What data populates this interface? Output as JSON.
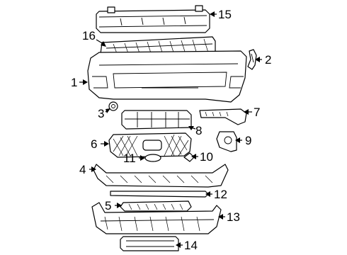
{
  "diagram": {
    "colors": {
      "line": "#000000",
      "background": "#ffffff"
    },
    "callouts": [
      {
        "id": "15",
        "label": "15"
      },
      {
        "id": "16",
        "label": "16"
      },
      {
        "id": "2",
        "label": "2"
      },
      {
        "id": "1",
        "label": "1"
      },
      {
        "id": "3",
        "label": "3"
      },
      {
        "id": "7",
        "label": "7"
      },
      {
        "id": "8",
        "label": "8"
      },
      {
        "id": "9",
        "label": "9"
      },
      {
        "id": "6",
        "label": "6"
      },
      {
        "id": "11",
        "label": "11"
      },
      {
        "id": "10",
        "label": "10"
      },
      {
        "id": "4",
        "label": "4"
      },
      {
        "id": "12",
        "label": "12"
      },
      {
        "id": "5",
        "label": "5"
      },
      {
        "id": "13",
        "label": "13"
      },
      {
        "id": "14",
        "label": "14"
      }
    ]
  }
}
